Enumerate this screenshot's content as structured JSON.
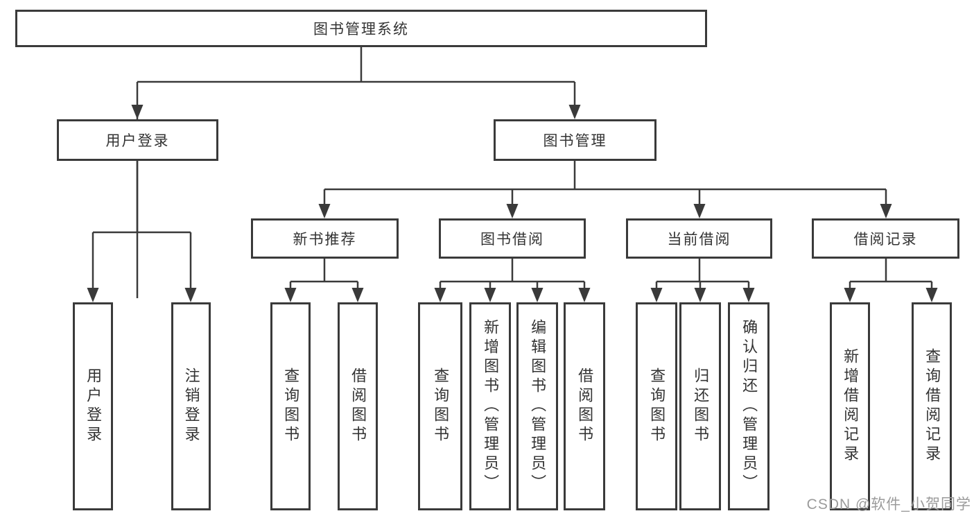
{
  "title": "图书管理系统",
  "watermark": "CSDN @软件_小贺同学",
  "colors": {
    "line": "#3a3a3a",
    "text": "#333333",
    "background": "#ffffff",
    "watermark": "#9b9b9b"
  },
  "tree": {
    "label": "图书管理系统",
    "children": [
      {
        "label": "用户登录",
        "children": [
          {
            "label": "用户登录"
          },
          {
            "label": "注销登录"
          }
        ]
      },
      {
        "label": "图书管理",
        "children": [
          {
            "label": "新书推荐",
            "children": [
              {
                "label": "查询图书"
              },
              {
                "label": "借阅图书"
              }
            ]
          },
          {
            "label": "图书借阅",
            "children": [
              {
                "label": "查询图书"
              },
              {
                "label": "新增图书（管理员）"
              },
              {
                "label": "编辑图书（管理员）"
              },
              {
                "label": "借阅图书"
              }
            ]
          },
          {
            "label": "当前借阅",
            "children": [
              {
                "label": "查询图书"
              },
              {
                "label": "归还图书"
              },
              {
                "label": "确认归还（管理员）"
              }
            ]
          },
          {
            "label": "借阅记录",
            "children": [
              {
                "label": "新增借阅记录"
              },
              {
                "label": "查询借阅记录"
              }
            ]
          }
        ]
      }
    ]
  }
}
